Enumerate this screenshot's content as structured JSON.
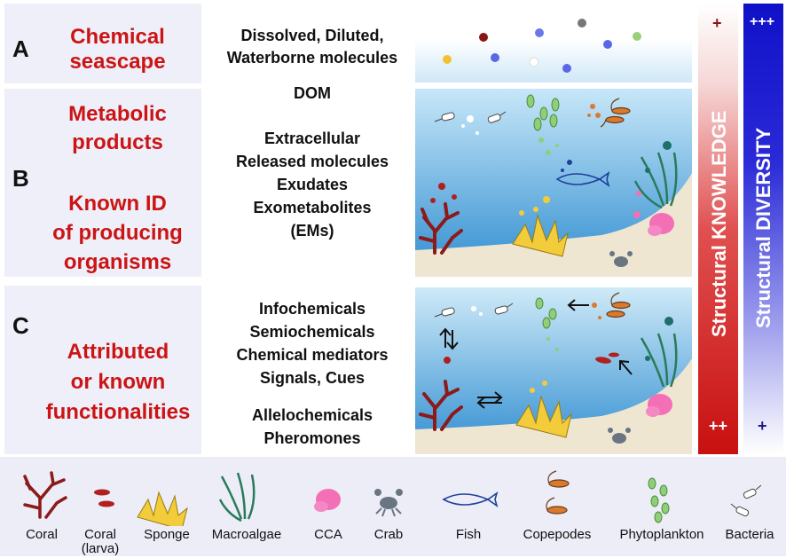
{
  "section_a": {
    "letter": "A",
    "title_line1": "Chemical",
    "title_line2": "seascape",
    "terms": [
      "Dissolved, Diluted,",
      "Waterborne molecules"
    ]
  },
  "section_b": {
    "letter": "B",
    "title1_line1": "Metabolic",
    "title1_line2": "products",
    "title2_line1": "Known ID",
    "title2_line2": "of producing",
    "title2_line3": "organisms",
    "dom": "DOM",
    "terms": [
      "Extracellular",
      "Released molecules",
      "Exudates",
      "Exometabolites",
      "(EMs)"
    ]
  },
  "section_c": {
    "letter": "C",
    "title_line1": "Attributed",
    "title_line2": "or known",
    "title_line3": "functionalities",
    "terms": [
      "Infochemicals",
      "Semiochemicals",
      "Chemical mediators",
      "Signals, Cues"
    ],
    "terms2": [
      "Allelochemicals",
      "Pheromones"
    ]
  },
  "bars": {
    "knowledge": {
      "label": "Structural KNOWLEDGE",
      "top_symbol": "+",
      "bottom_symbol": "++",
      "color": "#cc1414"
    },
    "diversity": {
      "label": "Structural DIVERSITY",
      "top_symbol": "+++",
      "bottom_symbol": "+",
      "color": "#1a1ad6"
    }
  },
  "legend": {
    "coral": "Coral",
    "coral_larva_line1": "Coral",
    "coral_larva_line2": "(larva)",
    "sponge": "Sponge",
    "macroalgae": "Macroalgae",
    "cca": "CCA",
    "crab": "Crab",
    "fish": "Fish",
    "copepodes": "Copepodes",
    "phytoplankton": "Phytoplankton",
    "bacteria": "Bacteria"
  },
  "colors": {
    "red_title": "#cc1414",
    "panel_bg": "#eeeff9",
    "sea_top": "#bfe3f6",
    "sea_bottom": "#2f8fd0",
    "sand": "#efe6d2"
  }
}
